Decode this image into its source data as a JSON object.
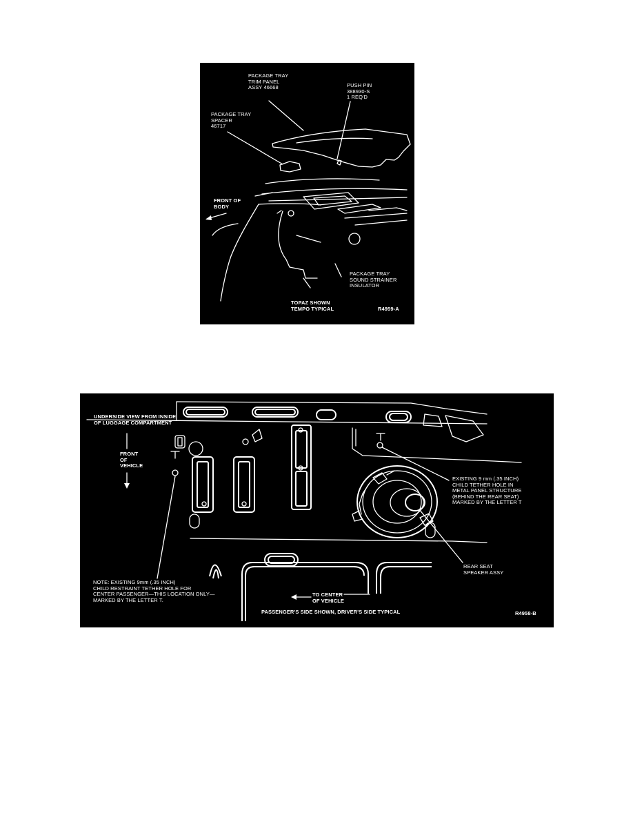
{
  "figure1": {
    "labels": {
      "trim_panel": "PACKAGE TRAY\nTRIM PANEL\nASSY 46668",
      "push_pin": "PUSH PIN\n388930-S\n1 REQ'D",
      "spacer": "PACKAGE TRAY\nSPACER\n46717",
      "front_of_body": "FRONT OF\nBODY",
      "insulator": "PACKAGE TRAY\nSOUND STRAINER\nINSULATOR",
      "caption": "TOPAZ SHOWN\nTEMPO TYPICAL",
      "code": "R4959-A"
    }
  },
  "figure2": {
    "labels": {
      "underside_view": "UNDERSIDE VIEW FROM INSIDE\nOF LUGGAGE COMPARTMENT",
      "front_of_vehicle": "FRONT\nOF\nVEHICLE",
      "existing_hole": "EXISTING 9 mm (.35 INCH)\nCHILD TETHER HOLE IN\nMETAL PANEL STRUCTURE\n(BEHIND THE REAR SEAT)\nMARKED BY THE LETTER T",
      "speaker": "REAR SEAT\nSPEAKER ASSY",
      "note": "NOTE: EXISTING 9mm (.35 INCH)\nCHILD RESTRAINT TETHER HOLE FOR\nCENTER PASSENGER—THIS LOCATION ONLY—\nMARKED BY THE LETTER T.",
      "to_center": "TO CENTER\nOF VEHICLE",
      "caption": "PASSENGER'S SIDE SHOWN, DRIVER'S SIDE TYPICAL",
      "code": "R4958-B",
      "t_mark": "T"
    }
  }
}
